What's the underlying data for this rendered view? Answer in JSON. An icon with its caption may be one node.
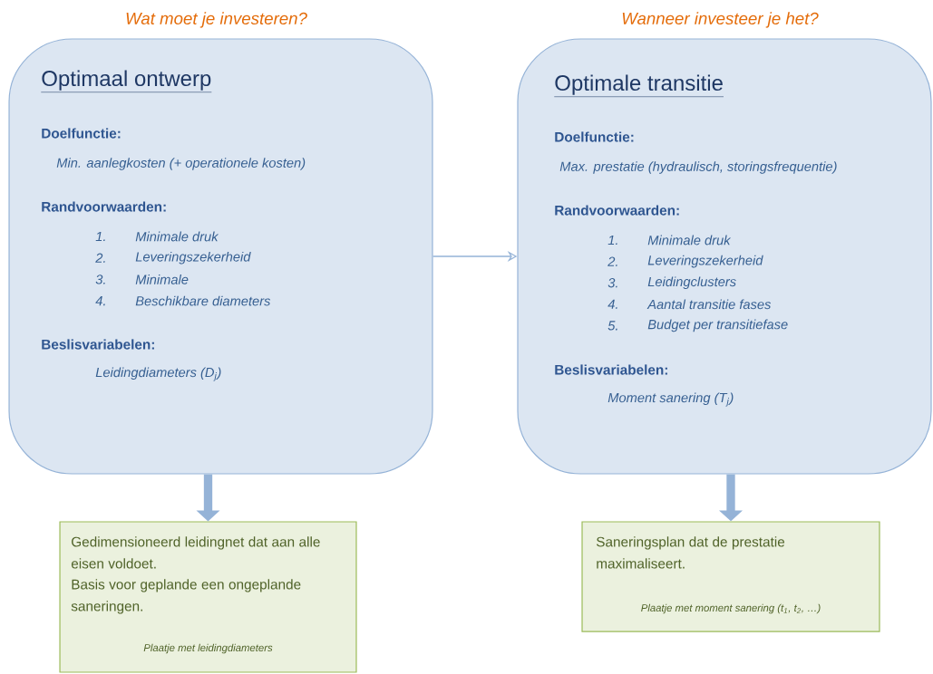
{
  "diagram": {
    "nodes": [
      {
        "text": [
          "Wat moet je investeren?",
          "Optimaal ontwerp",
          "Doelfunctie:",
          "Min. aanlegkosten (+ operationele kosten)",
          "Randvoorwaarden:",
          "1.",
          "Minimale druk",
          "2.",
          "Leveringszekerheid",
          "3.",
          "Minimale",
          "4.",
          "Beschikbare diameters",
          "Beslisvariabelen:",
          "Leidingdiameters (D$_{j}$)"
        ]
      },
      {
        "text": [
          "Wanneer investeer je het?",
          "Optimale transitie",
          "Doelfunctie:",
          "Max. prestatie (hydraulisch, storingsfrequentie)",
          "Randvoorwaarden:",
          "1.",
          "Minimale druk",
          "2.",
          "Leveringszekerheid",
          "3.",
          "Leidingclusters",
          "4.",
          "Aantal transitie fases",
          "5.",
          "Budget per transitiefase",
          "Beslisvariabelen:",
          "Moment sanering (T$_{j}$)"
        ]
      },
      {
        "text": [
          "Gedimensioneerd leidingnet dat aan alle eisen voldoet.",
          "Basis voor geplande een ongeplande saneringen.",
          "Plaatje met leidingdiameters"
        ]
      },
      {
        "text": [
          "Saneringsplan dat de prestatie maximaliseert.",
          "Plaatje met moment sanering (t$_{1}$, t$_{2}$, …)"
        ]
      }
    ],
    "edges": [
      {
        "from": 0,
        "to": 1,
        "arrow": "to"
      },
      {
        "from": 0,
        "to": 2,
        "arrow": "to"
      },
      {
        "from": 1,
        "to": 3,
        "arrow": "to"
      }
    ]
  }
}
